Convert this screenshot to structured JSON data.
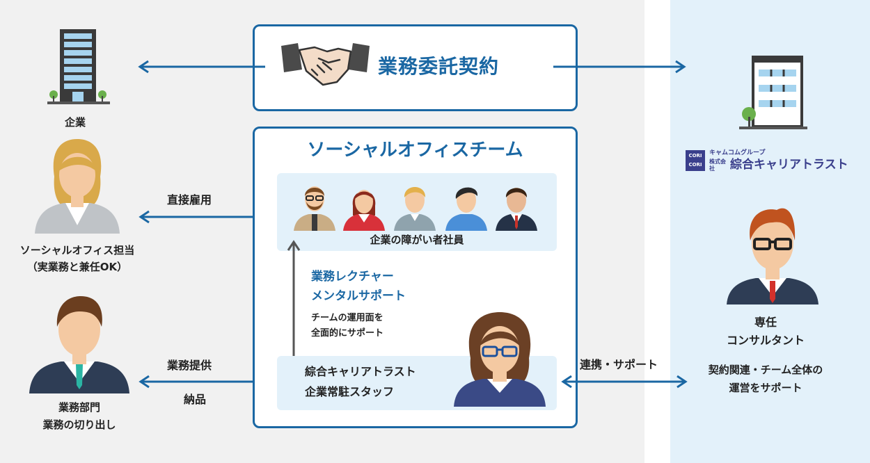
{
  "contract": {
    "title": "業務委託契約"
  },
  "left": {
    "company_label": "企業",
    "officer_label_1": "ソーシャルオフィス担当",
    "officer_label_2": "（実業務と兼任OK）",
    "dept_label_1": "業務部門",
    "dept_label_2": "業務の切り出し"
  },
  "arrows": {
    "direct_hire": "直接雇用",
    "task_provide": "業務提供",
    "delivery": "納品",
    "collab": "連携・サポート"
  },
  "team": {
    "title": "ソーシャルオフィスチーム",
    "members_label": "企業の障がい者社員",
    "lecture_1": "業務レクチャー",
    "lecture_2": "メンタルサポート",
    "ops_1": "チームの運用面を",
    "ops_2": "全面的にサポート",
    "staff_1": "綜合キャリアトラスト",
    "staff_2": "企業常駐スタッフ"
  },
  "right": {
    "logo_group": "キャムコムグループ",
    "logo_kaisha": "株式会社",
    "logo_name": "綜合キャリアトラスト",
    "logo_mark_1": "CORI",
    "logo_mark_2": "CORI",
    "consultant_1": "専任",
    "consultant_2": "コンサルタント",
    "support_1": "契約関連・チーム全体の",
    "support_2": "運営をサポート"
  },
  "colors": {
    "accent": "#1a67a3",
    "panel": "#e3f1fa",
    "bg_left": "#f1f1f1"
  }
}
